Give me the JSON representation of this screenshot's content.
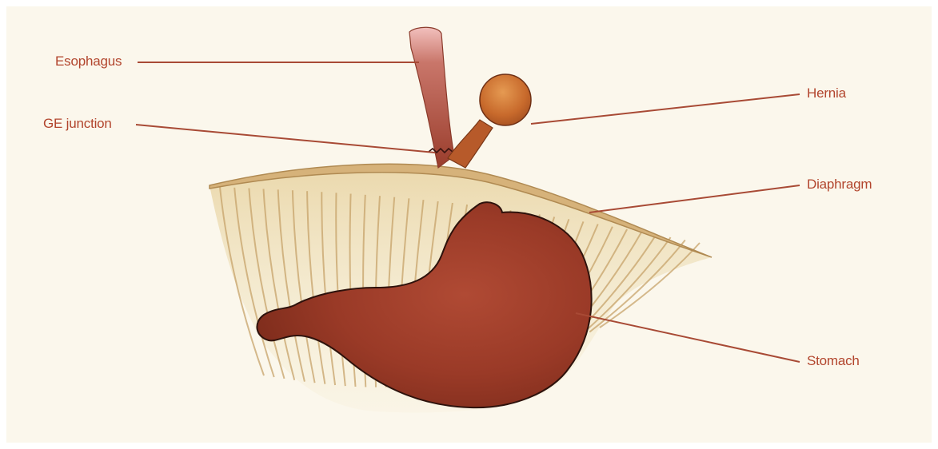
{
  "colors": {
    "label_text": "#b2452d",
    "leader_line": "#a84a35",
    "paper": "#fbf7ec",
    "stomach": "#9b3b27",
    "hernia": "#c86a2c",
    "diaphragm": "#e0c590"
  },
  "labels": {
    "esophagus": "Esophagus",
    "ge_junction": "GE junction",
    "hernia": "Hernia",
    "diaphragm": "Diaphragm",
    "stomach": "Stomach"
  }
}
